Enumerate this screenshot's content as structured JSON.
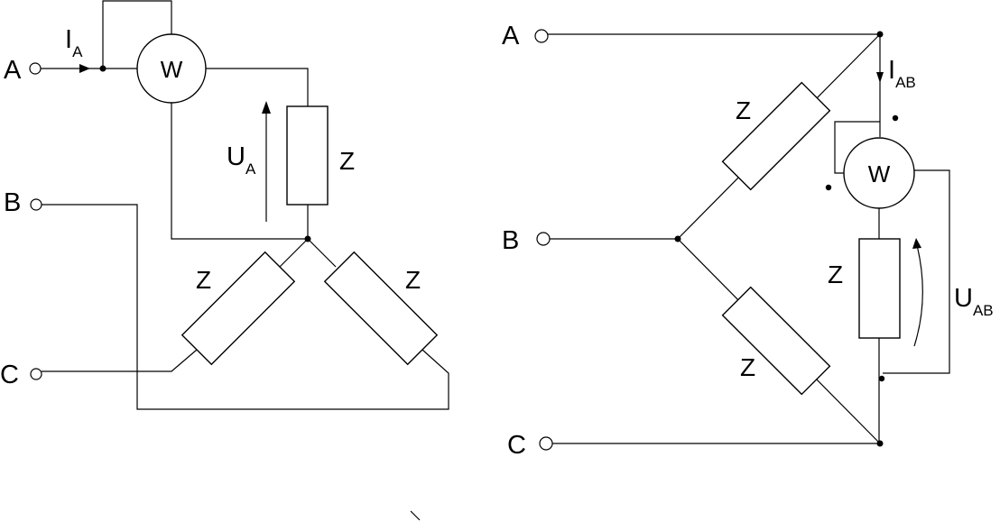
{
  "left_circuit": {
    "terminals": {
      "a": "A",
      "b": "B",
      "c": "C"
    },
    "current": {
      "main": "I",
      "sub": "A"
    },
    "voltage": {
      "main": "U",
      "sub": "A"
    },
    "wattmeter": "W",
    "impedances": {
      "top": "Z",
      "left": "Z",
      "right": "Z"
    }
  },
  "right_circuit": {
    "terminals": {
      "a": "A",
      "b": "B",
      "c": "C"
    },
    "current": {
      "main": "I",
      "sub": "AB"
    },
    "voltage": {
      "main": "U",
      "sub": "AB"
    },
    "wattmeter": "W",
    "impedances": {
      "upper": "Z",
      "lower": "Z",
      "right": "Z"
    }
  }
}
